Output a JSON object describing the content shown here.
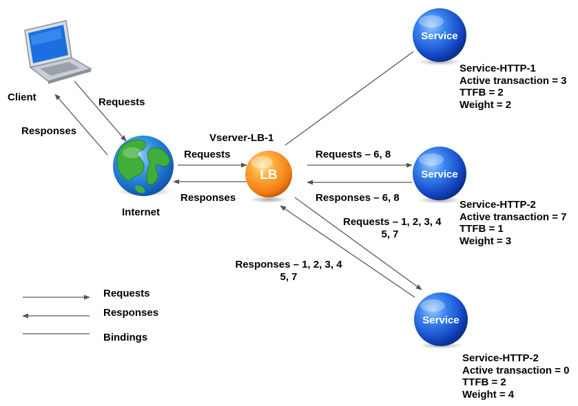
{
  "client": {
    "label": "Client",
    "icon": "laptop-icon"
  },
  "internet": {
    "label": "Internet",
    "icon": "globe-icon"
  },
  "vserver": {
    "label": "Vserver-LB-1",
    "node_text": "LB",
    "color": "#f7931e"
  },
  "services": [
    {
      "node_text": "Service",
      "name": "Service-HTTP-1",
      "active": "Active transaction = 3",
      "ttfb": "TTFB = 2",
      "weight": "Weight = 2"
    },
    {
      "node_text": "Service",
      "name": "Service-HTTP-2",
      "active": "Active transaction = 7",
      "ttfb": "TTFB = 1",
      "weight": "Weight = 3"
    },
    {
      "node_text": "Service",
      "name": "Service-HTTP-2",
      "active": "Active transaction = 0",
      "ttfb": "TTFB = 2",
      "weight": "Weight = 4"
    }
  ],
  "edges": {
    "client_requests": "Requests",
    "client_responses": "Responses",
    "internet_requests": "Requests",
    "internet_responses": "Responses",
    "svc2_requests": "Requests – 6, 8",
    "svc2_responses": "Responses – 6, 8",
    "svc3_requests_line1": "Requests – 1, 2, 3, 4",
    "svc3_requests_line2": "5, 7",
    "svc3_responses_line1": "Responses – 1, 2, 3, 4",
    "svc3_responses_line2": "5, 7"
  },
  "legend": [
    {
      "label": "Requests"
    },
    {
      "label": "Responses"
    },
    {
      "label": "Bindings"
    }
  ],
  "colors": {
    "service_blue": "#1b5fd8",
    "arrow": "#555555"
  }
}
